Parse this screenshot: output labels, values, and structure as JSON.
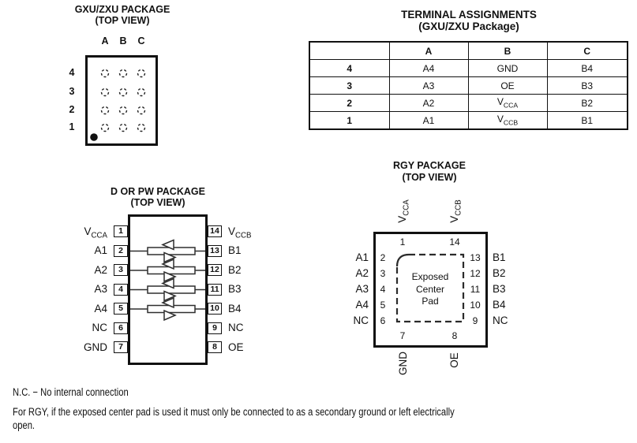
{
  "gxu": {
    "title": "GXU/ZXU PACKAGE",
    "subtitle": "(TOP VIEW)",
    "column_labels": [
      "A",
      "B",
      "C"
    ],
    "row_labels": [
      "4",
      "3",
      "2",
      "1"
    ]
  },
  "terminal_table": {
    "title": "TERMINAL ASSIGNMENTS",
    "subtitle": "(GXU/ZXU Package)",
    "column_headers": [
      "",
      "A",
      "B",
      "C"
    ],
    "rows": [
      {
        "label": "4",
        "cells": [
          "A4",
          "GND",
          "B4"
        ]
      },
      {
        "label": "3",
        "cells": [
          "A3",
          "OE",
          "B3"
        ]
      },
      {
        "label": "2",
        "cells": [
          "A2",
          "V_{CCA}",
          "B2"
        ]
      },
      {
        "label": "1",
        "cells": [
          "A1",
          "V_{CCB}",
          "B1"
        ]
      }
    ]
  },
  "dpw": {
    "title": "D OR PW PACKAGE",
    "subtitle": "(TOP VIEW)",
    "left_pins": [
      {
        "num": "1",
        "label": "V_{CCA}"
      },
      {
        "num": "2",
        "label": "A1"
      },
      {
        "num": "3",
        "label": "A2"
      },
      {
        "num": "4",
        "label": "A3"
      },
      {
        "num": "5",
        "label": "A4"
      },
      {
        "num": "6",
        "label": "NC"
      },
      {
        "num": "7",
        "label": "GND"
      }
    ],
    "right_pins": [
      {
        "num": "14",
        "label": "V_{CCB}"
      },
      {
        "num": "13",
        "label": "B1"
      },
      {
        "num": "12",
        "label": "B2"
      },
      {
        "num": "11",
        "label": "B3"
      },
      {
        "num": "10",
        "label": "B4"
      },
      {
        "num": "9",
        "label": "NC"
      },
      {
        "num": "8",
        "label": "OE"
      }
    ]
  },
  "rgy": {
    "title": "RGY PACKAGE",
    "subtitle": "(TOP VIEW)",
    "top_pins": [
      {
        "num": "1",
        "label": "V_{CCA}"
      },
      {
        "num": "14",
        "label": "V_{CCB}"
      }
    ],
    "left_pins": [
      {
        "num": "2",
        "label": "A1"
      },
      {
        "num": "3",
        "label": "A2"
      },
      {
        "num": "4",
        "label": "A3"
      },
      {
        "num": "5",
        "label": "A4"
      },
      {
        "num": "6",
        "label": "NC"
      }
    ],
    "right_pins": [
      {
        "num": "13",
        "label": "B1"
      },
      {
        "num": "12",
        "label": "B2"
      },
      {
        "num": "11",
        "label": "B3"
      },
      {
        "num": "10",
        "label": "B4"
      },
      {
        "num": "9",
        "label": "NC"
      }
    ],
    "bottom_pins": [
      {
        "num": "7",
        "label": "GND"
      },
      {
        "num": "8",
        "label": "OE"
      }
    ],
    "exposed_pad_lines": [
      "Exposed",
      "Center",
      "Pad"
    ]
  },
  "notes": {
    "line1": "N.C. − No internal connection",
    "line2": "For RGY, if the exposed center pad is used it must only be connected to as a secondary ground or left electrically",
    "line3": "open."
  },
  "colors": {
    "ink": "#111111",
    "background": "#ffffff"
  }
}
